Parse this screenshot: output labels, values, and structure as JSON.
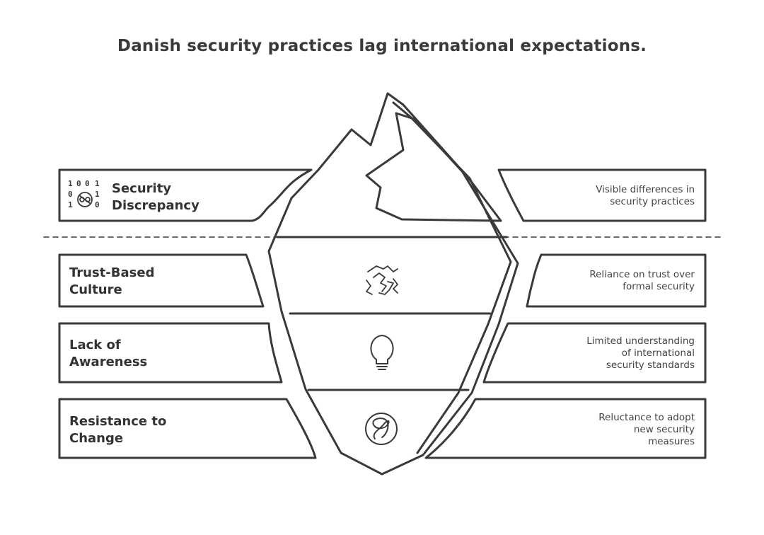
{
  "title": "Danish security practices lag international expectations.",
  "layers": [
    {
      "label_line1": "Security",
      "label_line2": "Discrepancy",
      "description_lines": [
        "Visible differences in",
        "security practices"
      ],
      "icon": "binary-face-icon",
      "binary_digits": [
        "1",
        "0",
        "0",
        "1",
        "0",
        "1",
        "1",
        "0"
      ]
    },
    {
      "label_line1": "Trust-Based",
      "label_line2": "Culture",
      "description_lines": [
        "Reliance on trust over",
        "formal security"
      ],
      "icon": "handshake-icon"
    },
    {
      "label_line1": "Lack of",
      "label_line2": "Awareness",
      "description_lines": [
        "Limited understanding",
        "of international",
        "security standards"
      ],
      "icon": "lightbulb-icon"
    },
    {
      "label_line1": "Resistance to",
      "label_line2": "Change",
      "description_lines": [
        "Reluctance to adopt",
        "new security",
        "measures"
      ],
      "icon": "knot-icon"
    }
  ],
  "colors": {
    "stroke": "#3a3a3a",
    "background": "#ffffff"
  }
}
